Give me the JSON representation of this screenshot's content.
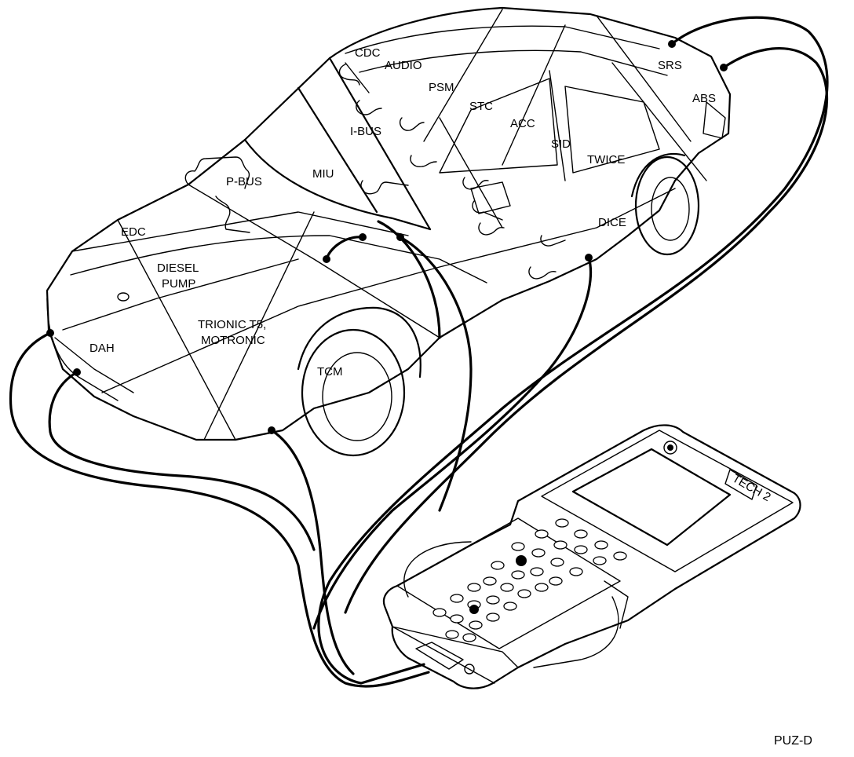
{
  "modules": {
    "cdc": "CDC",
    "audio": "AUDIO",
    "srs": "SRS",
    "abs": "ABS",
    "psm": "PSM",
    "stc": "STC",
    "ibus": "I-BUS",
    "acc": "ACC",
    "sid": "SID",
    "twice": "TWICE",
    "pbus": "P-BUS",
    "miu": "MIU",
    "dice": "DICE",
    "edc": "EDC",
    "diesel_1": "DIESEL",
    "diesel_2": "PUMP",
    "trionic_1": "TRIONIC T5,",
    "trionic_2": "MOTRONIC",
    "dah": "DAH",
    "tcm": "TCM"
  },
  "device": {
    "screen_label": "TECH 2"
  },
  "figure_ref": "PUZ-D"
}
